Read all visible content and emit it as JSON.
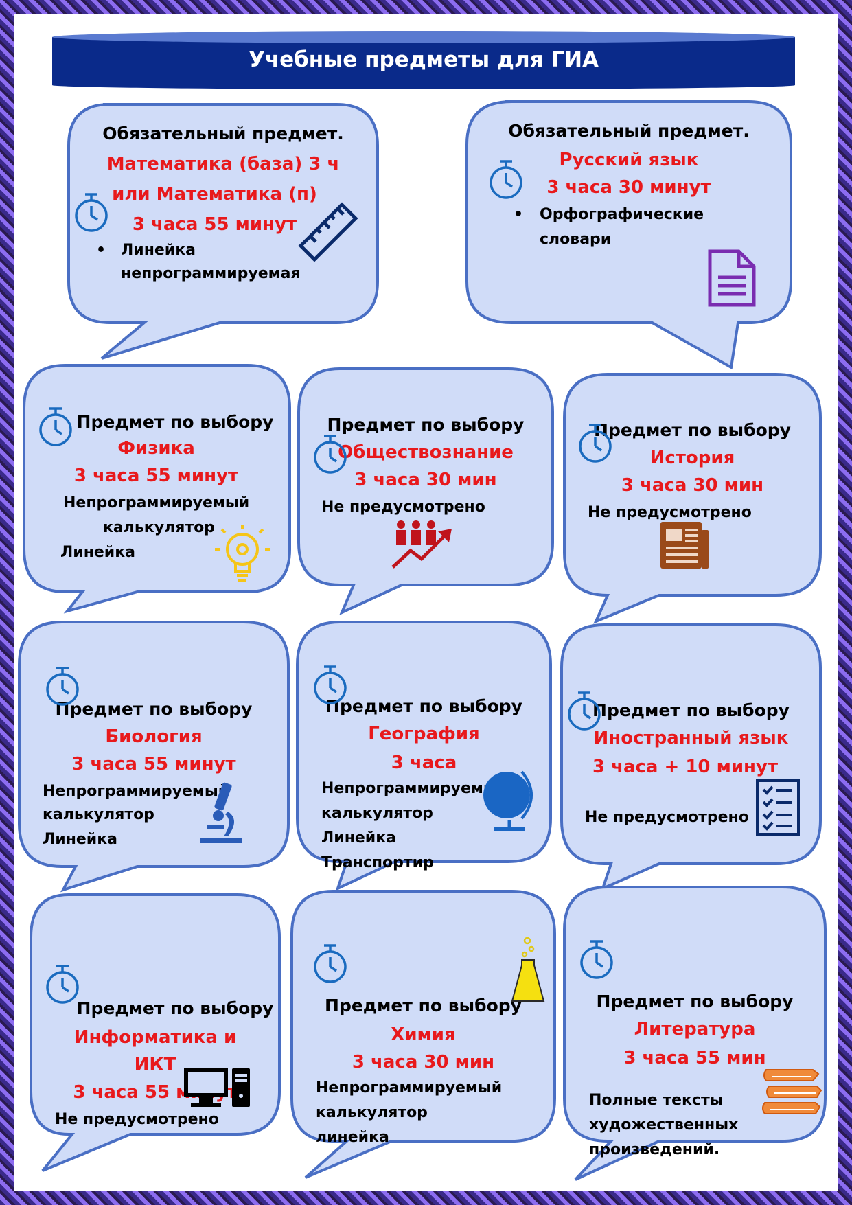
{
  "title": "Учебные предметы  для ГИА",
  "colors": {
    "bubble_fill": "#d0dcf8",
    "bubble_stroke": "#4a6fc4",
    "accent_red": "#e8191c",
    "banner": "#0a2a8a"
  },
  "cards": [
    {
      "header": "Обязательный предмет.",
      "subject": "Математика (база) 3 ч",
      "subject2": "или Математика (п)",
      "time": "3 часа 55 минут",
      "notes": [
        "Линейка",
        "непрограммируемая"
      ]
    },
    {
      "header": "Обязательный предмет.",
      "subject": "Русский язык",
      "time": "3 часа 30 минут",
      "notes": [
        "Орфографические",
        "словари"
      ]
    },
    {
      "header": "Предмет по выбору",
      "subject": "Физика",
      "time": "3 часа 55 минут",
      "notes": [
        "Непрограммируемый",
        "калькулятор",
        "Линейка"
      ]
    },
    {
      "header": "Предмет по выбору",
      "subject": "Обществознание",
      "time": "3 часа 30 мин",
      "notes": [
        "Не предусмотрено"
      ]
    },
    {
      "header": "Предмет по выбору",
      "subject": "История",
      "time": "3 часа 30 мин",
      "notes": [
        "Не предусмотрено"
      ]
    },
    {
      "header": "Предмет по выбору",
      "subject": "Биология",
      "time": "3 часа 55 минут",
      "notes": [
        "Непрограммируемый",
        "калькулятор",
        "Линейка"
      ]
    },
    {
      "header": "Предмет по выбору",
      "subject": "География",
      "time": "3 часа",
      "notes": [
        "Непрограммируемый",
        "калькулятор",
        "Линейка",
        "Транспортир"
      ]
    },
    {
      "header": "Предмет по выбору",
      "subject": "Иностранный  язык",
      "time": "3 часа + 10 минут",
      "notes": [
        "Не предусмотрено"
      ]
    },
    {
      "header": "Предмет по выбору",
      "subject": "Информатика и",
      "subject2": "ИКТ",
      "time": "3 часа 55 минут",
      "notes": [
        "Не предусмотрено"
      ]
    },
    {
      "header": "Предмет по выбору",
      "subject": "Химия",
      "time": "3 часа 30 мин",
      "notes": [
        "Непрограммируемый",
        "калькулятор",
        "линейка"
      ]
    },
    {
      "header": "Предмет по выбору",
      "subject": "Литература",
      "time": "3 часа 55 мин",
      "notes": [
        "Полные тексты",
        "художественных",
        "произведений."
      ]
    }
  ]
}
